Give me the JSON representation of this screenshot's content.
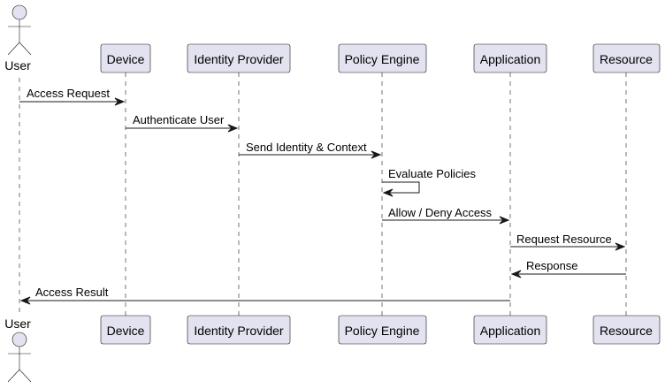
{
  "participants": [
    {
      "id": "user",
      "label": "User",
      "kind": "actor"
    },
    {
      "id": "device",
      "label": "Device",
      "kind": "box"
    },
    {
      "id": "idp",
      "label": "Identity Provider",
      "kind": "box"
    },
    {
      "id": "policy",
      "label": "Policy Engine",
      "kind": "box"
    },
    {
      "id": "app",
      "label": "Application",
      "kind": "box"
    },
    {
      "id": "resource",
      "label": "Resource",
      "kind": "box"
    }
  ],
  "messages": [
    {
      "from": "user",
      "to": "device",
      "label": "Access Request"
    },
    {
      "from": "device",
      "to": "idp",
      "label": "Authenticate User"
    },
    {
      "from": "idp",
      "to": "policy",
      "label": "Send Identity & Context"
    },
    {
      "from": "policy",
      "to": "policy",
      "label": "Evaluate Policies"
    },
    {
      "from": "policy",
      "to": "app",
      "label": "Allow / Deny Access"
    },
    {
      "from": "app",
      "to": "resource",
      "label": "Request Resource"
    },
    {
      "from": "resource",
      "to": "app",
      "label": "Response"
    },
    {
      "from": "app",
      "to": "user",
      "label": "Access Result"
    }
  ],
  "colors": {
    "participant_fill": "#E2E2F0",
    "line": "#181818",
    "background": "#FFFFFF"
  }
}
